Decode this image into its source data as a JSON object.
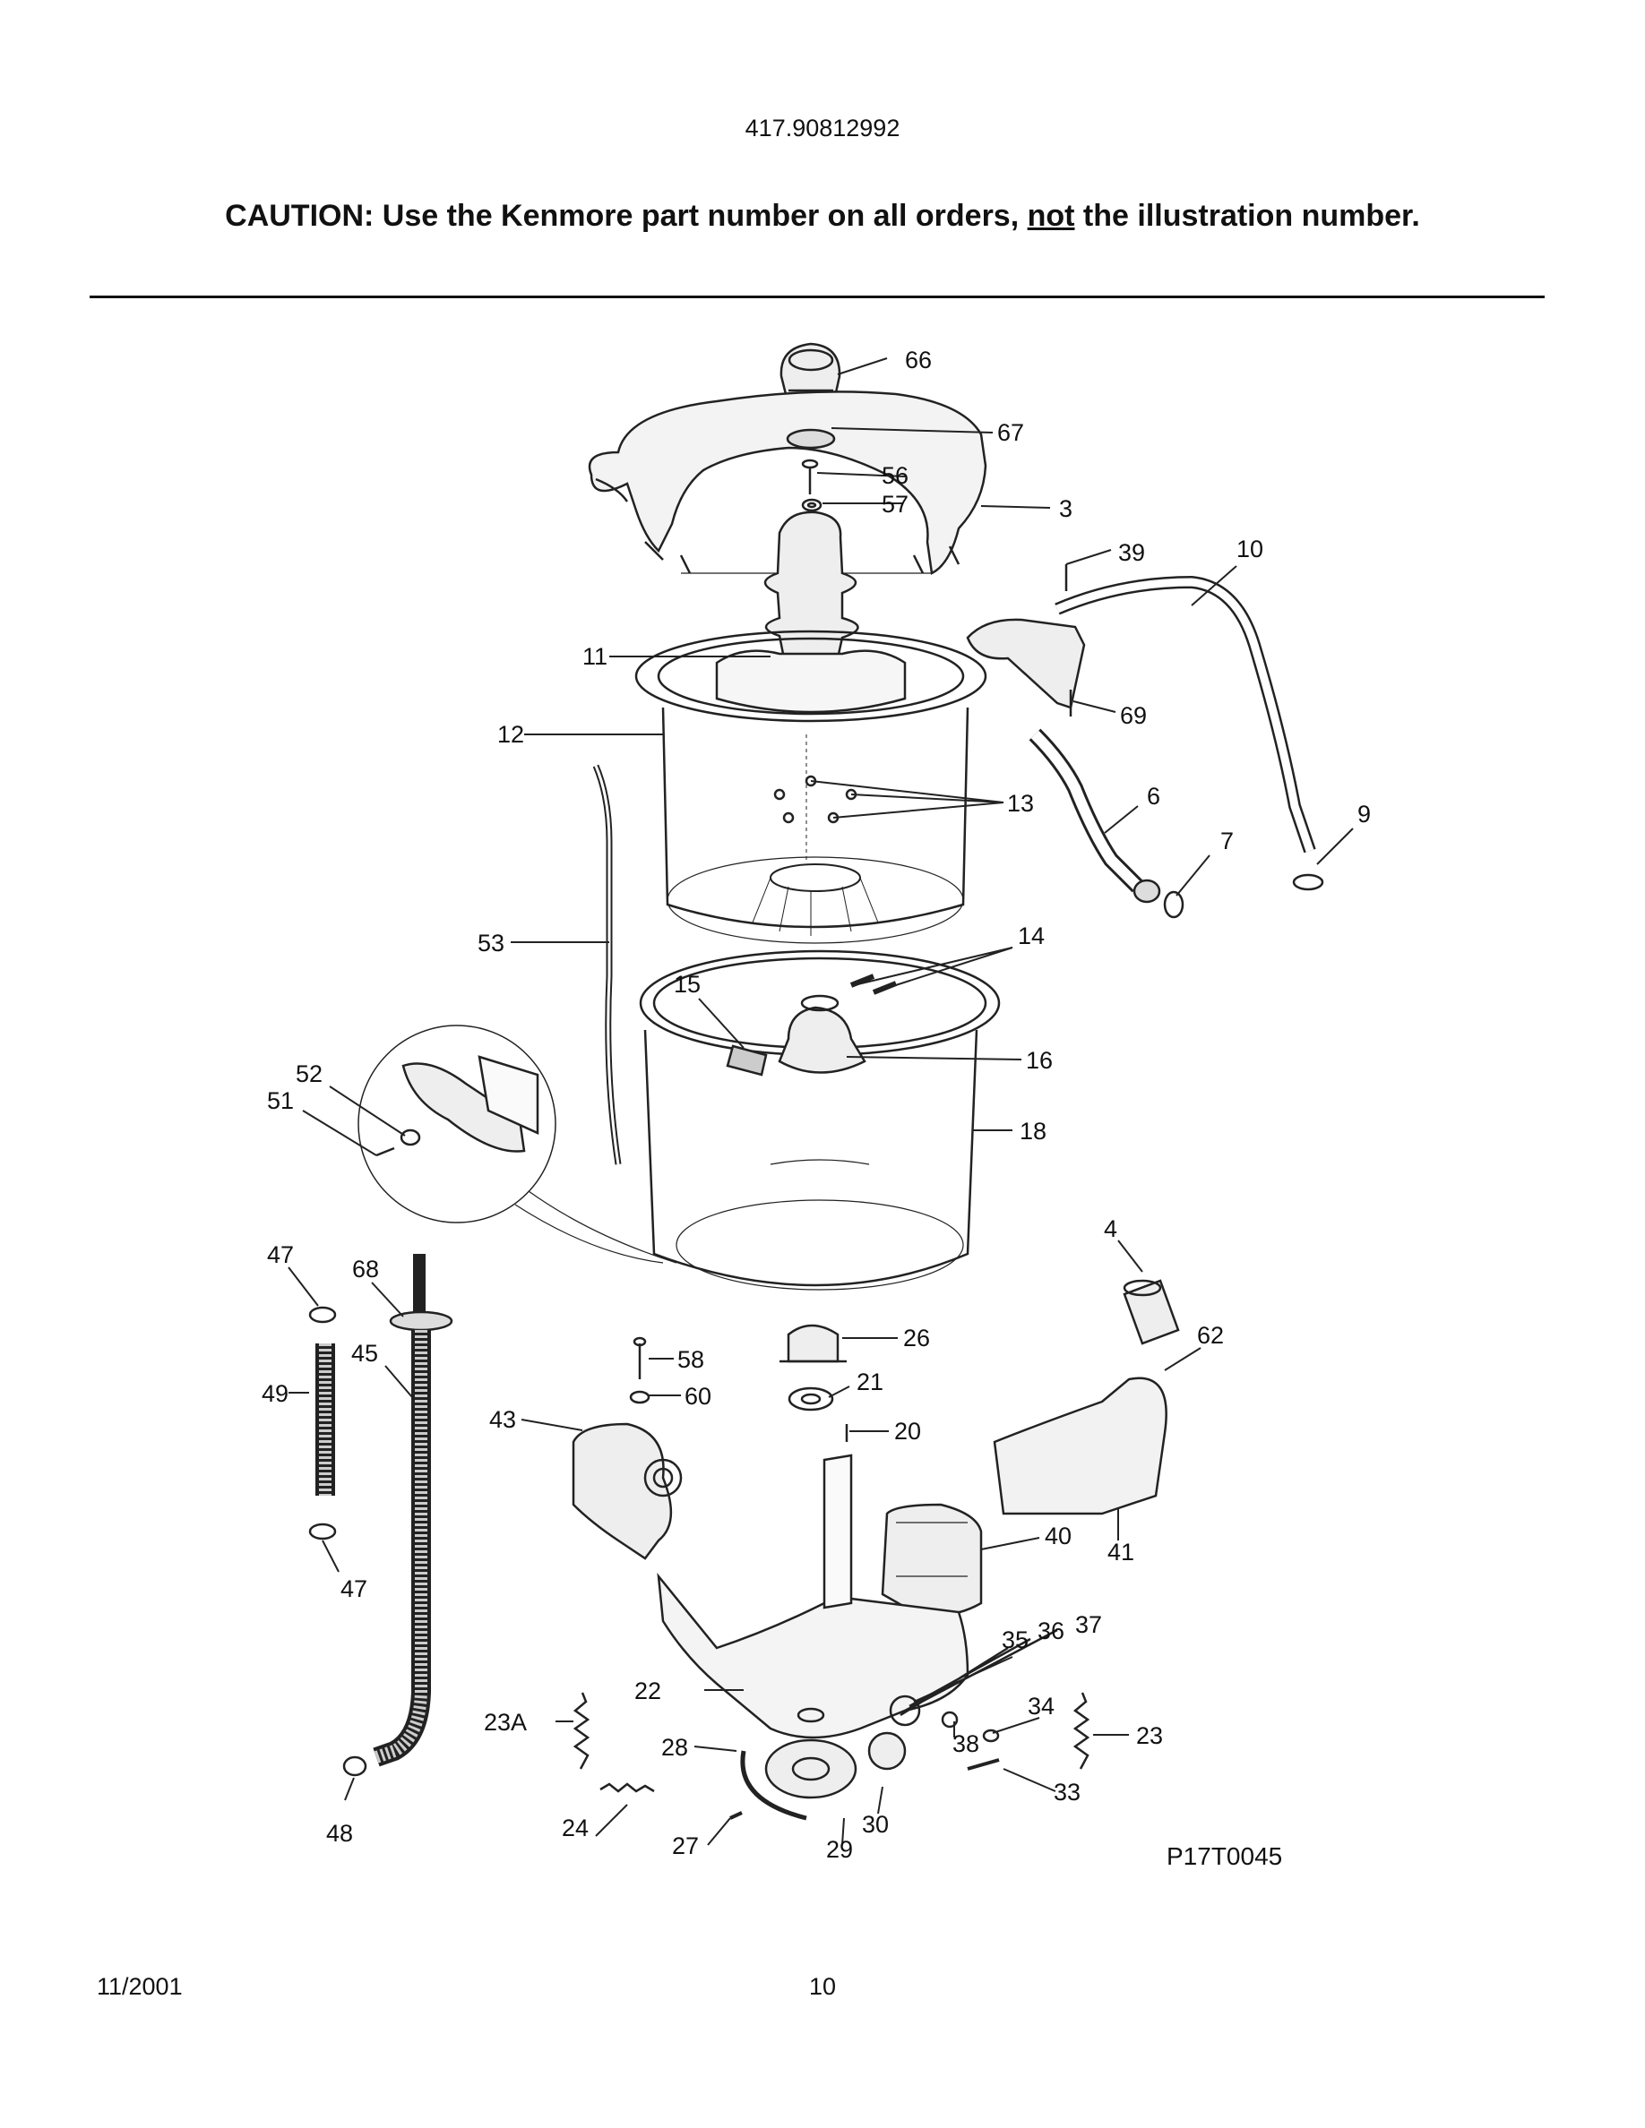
{
  "header": {
    "model_number": "417.90812992",
    "caution_prefix": "CAUTION: Use the Kenmore part number on all orders, ",
    "caution_emphasis": "not",
    "caution_suffix": " the illustration number."
  },
  "diagram": {
    "drawing_code": "P17T0045",
    "callouts": [
      {
        "id": "c66",
        "label": "66"
      },
      {
        "id": "c67",
        "label": "67"
      },
      {
        "id": "c56",
        "label": "56"
      },
      {
        "id": "c57",
        "label": "57"
      },
      {
        "id": "c3",
        "label": "3"
      },
      {
        "id": "c39",
        "label": "39"
      },
      {
        "id": "c10",
        "label": "10"
      },
      {
        "id": "c11",
        "label": "11"
      },
      {
        "id": "c69",
        "label": "69"
      },
      {
        "id": "c12",
        "label": "12"
      },
      {
        "id": "c13",
        "label": "13"
      },
      {
        "id": "c6",
        "label": "6"
      },
      {
        "id": "c9",
        "label": "9"
      },
      {
        "id": "c7",
        "label": "7"
      },
      {
        "id": "c53",
        "label": "53"
      },
      {
        "id": "c14",
        "label": "14"
      },
      {
        "id": "c15",
        "label": "15"
      },
      {
        "id": "c52",
        "label": "52"
      },
      {
        "id": "c16",
        "label": "16"
      },
      {
        "id": "c51",
        "label": "51"
      },
      {
        "id": "c18",
        "label": "18"
      },
      {
        "id": "c4",
        "label": "4"
      },
      {
        "id": "c47a",
        "label": "47"
      },
      {
        "id": "c68",
        "label": "68"
      },
      {
        "id": "c26",
        "label": "26"
      },
      {
        "id": "c62",
        "label": "62"
      },
      {
        "id": "c45",
        "label": "45"
      },
      {
        "id": "c58",
        "label": "58"
      },
      {
        "id": "c21",
        "label": "21"
      },
      {
        "id": "c49",
        "label": "49"
      },
      {
        "id": "c60",
        "label": "60"
      },
      {
        "id": "c43",
        "label": "43"
      },
      {
        "id": "c20",
        "label": "20"
      },
      {
        "id": "c40",
        "label": "40"
      },
      {
        "id": "c41",
        "label": "41"
      },
      {
        "id": "c47b",
        "label": "47"
      },
      {
        "id": "c35",
        "label": "35"
      },
      {
        "id": "c36",
        "label": "36"
      },
      {
        "id": "c37",
        "label": "37"
      },
      {
        "id": "c22",
        "label": "22"
      },
      {
        "id": "c34",
        "label": "34"
      },
      {
        "id": "c23A",
        "label": "23A"
      },
      {
        "id": "c23",
        "label": "23"
      },
      {
        "id": "c38",
        "label": "38"
      },
      {
        "id": "c28",
        "label": "28"
      },
      {
        "id": "c33",
        "label": "33"
      },
      {
        "id": "c30",
        "label": "30"
      },
      {
        "id": "c24",
        "label": "24"
      },
      {
        "id": "c48",
        "label": "48"
      },
      {
        "id": "c27",
        "label": "27"
      },
      {
        "id": "c29",
        "label": "29"
      }
    ]
  },
  "footer": {
    "date": "11/2001",
    "page_number": "10"
  }
}
